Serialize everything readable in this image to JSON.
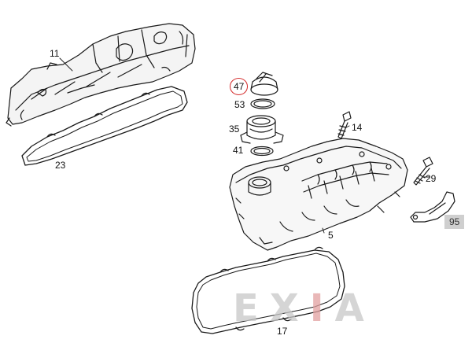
{
  "labels": {
    "p11": "11",
    "p23": "23",
    "p47": "47",
    "p53": "53",
    "p35": "35",
    "p41": "41",
    "p14": "14",
    "p29": "29",
    "p95": "95",
    "p5": "5",
    "p17": "17"
  },
  "watermark": {
    "part1": "EX",
    "accent": "I",
    "part2": "A"
  },
  "colors": {
    "line": "#1a1a1a",
    "highlight": "#d42a2a",
    "watermark": "#c8c8c8",
    "box": "#cfcfcf"
  }
}
